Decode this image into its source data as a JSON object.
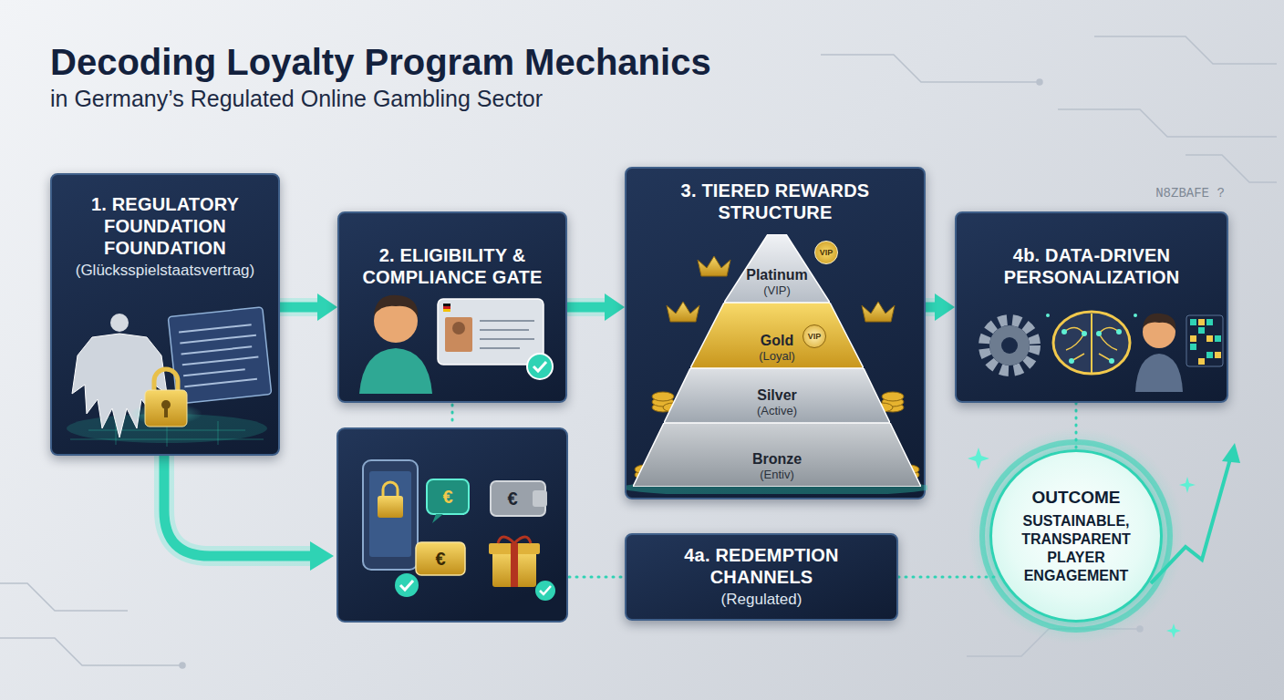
{
  "diagram": {
    "title": "Decoding Loyalty Program Mechanics",
    "nodes": [
      {
        "text": [
          "1. REGULATORY FOUNDATION FOUNDATION",
          "(Glücksspielstaatsvertrag)"
        ]
      },
      {
        "text": [
          "2. ELIGIBILITY & COMPLIANCE GATE"
        ]
      },
      {
        "text": [
          "3. TIERED REWARDS STRUCTURE"
        ]
      },
      {
        "text": [
          "Platinum",
          "(VIP)"
        ],
        "in": 2
      },
      {
        "text": [
          "Gold",
          "(Loyal)"
        ],
        "in": 2
      },
      {
        "text": [
          "Silver",
          "(Active)"
        ],
        "in": 2
      },
      {
        "text": [
          "Bronze",
          "(Entiv)"
        ],
        "in": 2
      },
      {
        "text": [
          "4b. DATA-DRIVEN PERSONALIZATION"
        ]
      },
      {
        "text": [
          "4a. REDEMPTION CHANNELS",
          "(Regulated)"
        ]
      },
      {
        "text": [
          "OUTCOME",
          "SUSTAINABLE, TRANSPARENT PLAYER ENGAGEMENT"
        ]
      }
    ],
    "edges": [
      {
        "from": 0,
        "to": 1,
        "arrow": "to"
      },
      {
        "from": 1,
        "to": 2,
        "arrow": "to"
      },
      {
        "from": 2,
        "to": 7,
        "arrow": "to"
      },
      {
        "from": 7,
        "to": 9,
        "arrow": "none"
      },
      {
        "from": 8,
        "to": 9,
        "arrow": "none"
      }
    ],
    "labels": [
      "in Germany’s Regulated Online Gambling Sector",
      "N8ZBAFE ?",
      "VIP",
      "VIP",
      "€",
      "€",
      "€"
    ]
  }
}
